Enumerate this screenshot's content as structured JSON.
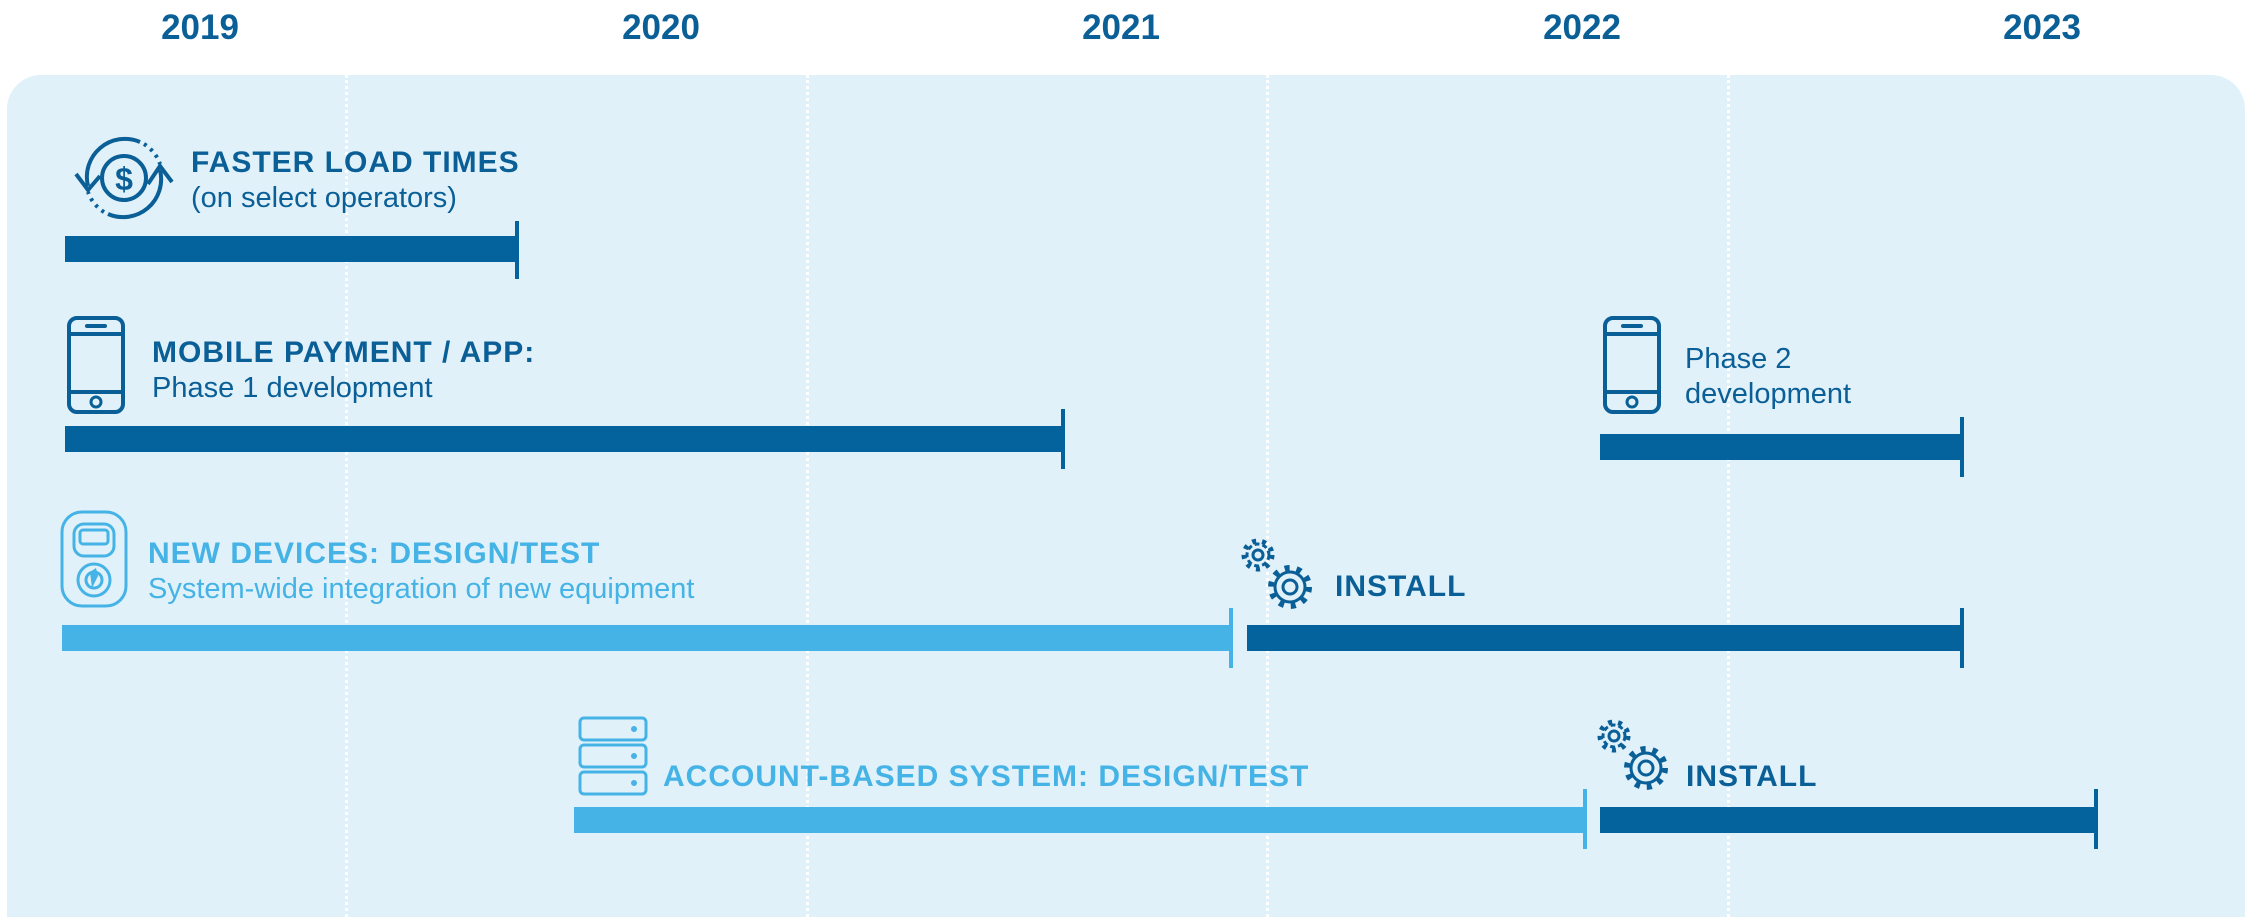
{
  "years": [
    "2019",
    "2020",
    "2021",
    "2022",
    "2023"
  ],
  "rows": {
    "fare": {
      "title": "FASTER LOAD TIMES",
      "subtitle": "(on select operators)"
    },
    "mobile": {
      "title": "MOBILE PAYMENT / APP:",
      "subtitle": "Phase 1 development",
      "phase2_line1": "Phase 2",
      "phase2_line2": "development"
    },
    "devices": {
      "title": "NEW DEVICES: DESIGN/TEST",
      "subtitle": "System-wide integration of new equipment",
      "install": "INSTALL"
    },
    "account": {
      "title": "ACCOUNT-BASED SYSTEM: DESIGN/TEST",
      "install": "INSTALL"
    }
  },
  "icons": [
    "currency-exchange-icon",
    "smartphone-icon",
    "fare-device-icon",
    "gears-icon",
    "server-stack-icon"
  ],
  "colors": {
    "dark": "#04639c",
    "light": "#45b3e5",
    "panel": "#e1f1fa"
  }
}
